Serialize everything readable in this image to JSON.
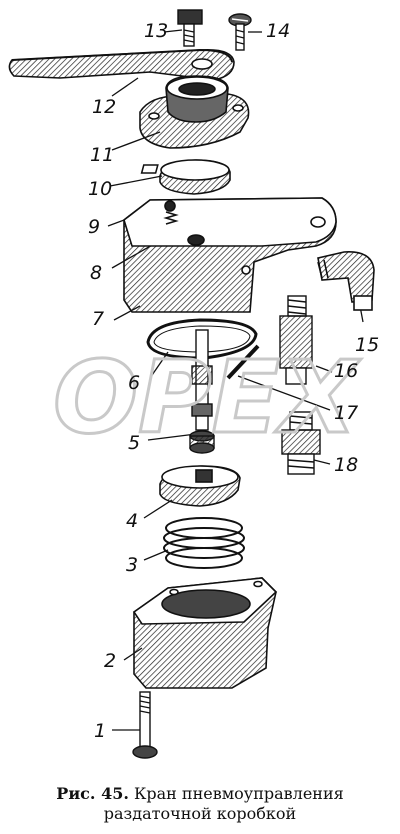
{
  "figure": {
    "callouts": [
      "13",
      "14",
      "12",
      "11",
      "10",
      "9",
      "8",
      "7",
      "15",
      "6",
      "16",
      "17",
      "5",
      "18",
      "4",
      "3",
      "2",
      "1"
    ],
    "caption": {
      "lead": "Рис. 45.",
      "line1": "Кран пневмоуправления",
      "line2": "раздаточной коробкой"
    },
    "watermark": "OPEX"
  }
}
